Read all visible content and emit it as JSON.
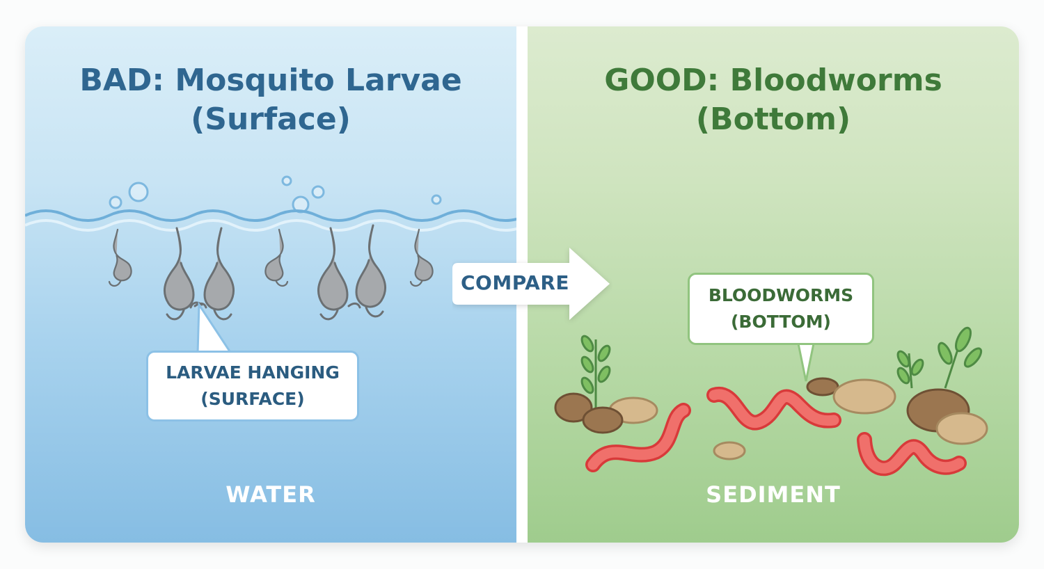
{
  "left_panel": {
    "title_line1": "BAD: Mosquito Larvae",
    "title_line2": "(Surface)",
    "callout_line1": "LARVAE HANGING",
    "callout_line2": "(SURFACE)",
    "bottom_label": "WATER",
    "color": "#2f6690"
  },
  "center": {
    "arrow_label": "COMPARE"
  },
  "right_panel": {
    "title_line1": "GOOD: Bloodworms",
    "title_line2": "(Bottom)",
    "callout_line1": "BLOODWORMS",
    "callout_line2": "(BOTTOM)",
    "bottom_label": "SEDIMENT",
    "color": "#3f7a3a"
  },
  "icons": [
    "bubble-icon",
    "mosquito-larva-icon",
    "bloodworm-icon",
    "rock-icon",
    "plant-icon",
    "arrow-right-icon"
  ]
}
